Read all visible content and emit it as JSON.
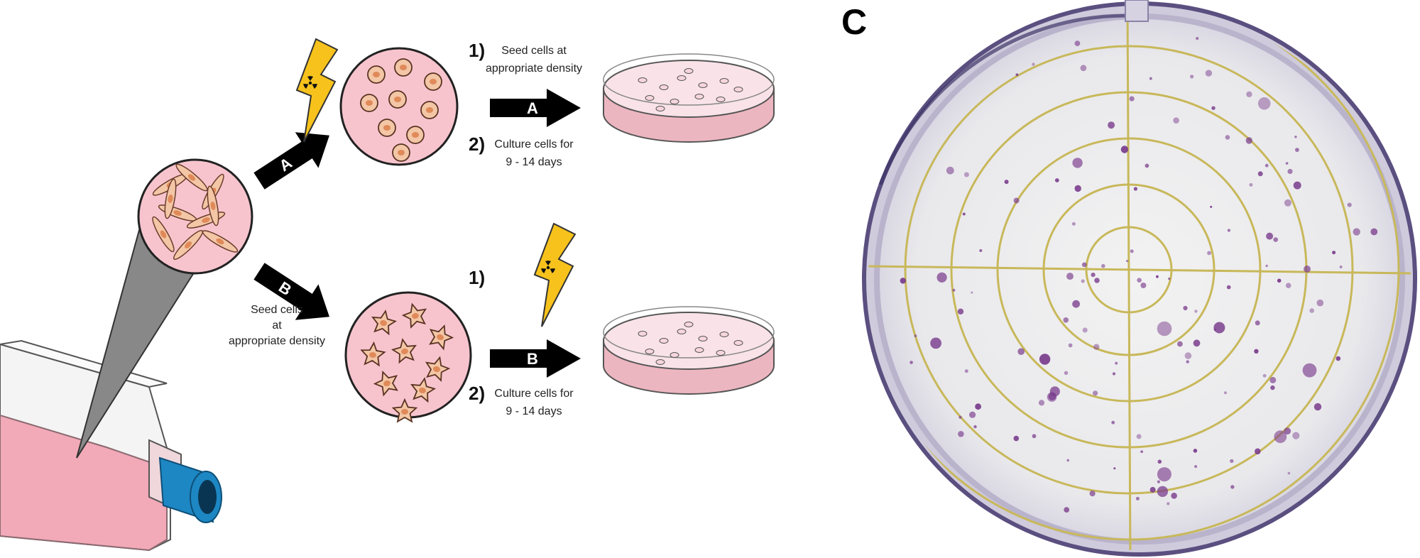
{
  "colors": {
    "tissue_pink": "#f7c4ce",
    "media_pink": "#f2a9b8",
    "dish_pink": "#ecb6c0",
    "cell_fill": "#f3c6a6",
    "nucleus": "#e08a5a",
    "bolt": "#f7c21c",
    "arrow": "#000000",
    "cap_blue": "#1d87c3",
    "grid_gold": "#c8b85a",
    "colony": "#7a3c8c",
    "plate_rim": "#4a3f6e"
  },
  "icons": {
    "lightning": "lightning-bolt-icon",
    "radiation": "radiation-trefoil-icon"
  },
  "path_a": {
    "arrow_label": "A",
    "step1_num": "1)",
    "step1_line1": "Seed cells at",
    "step1_line2": "appropriate density",
    "transfer_arrow_label": "A",
    "step2_num": "2)",
    "step2_line1": "Culture cells for",
    "step2_line2": "9 - 14 days"
  },
  "path_b": {
    "arrow_label": "B",
    "seed_line1": "Seed cells",
    "seed_line2": "at",
    "seed_line3": "appropriate density",
    "step1_num": "1)",
    "transfer_arrow_label": "B",
    "step2_num": "2)",
    "step2_line1": "Culture cells for",
    "step2_line2": "9 - 14 days"
  },
  "panel_c": {
    "label": "C"
  }
}
